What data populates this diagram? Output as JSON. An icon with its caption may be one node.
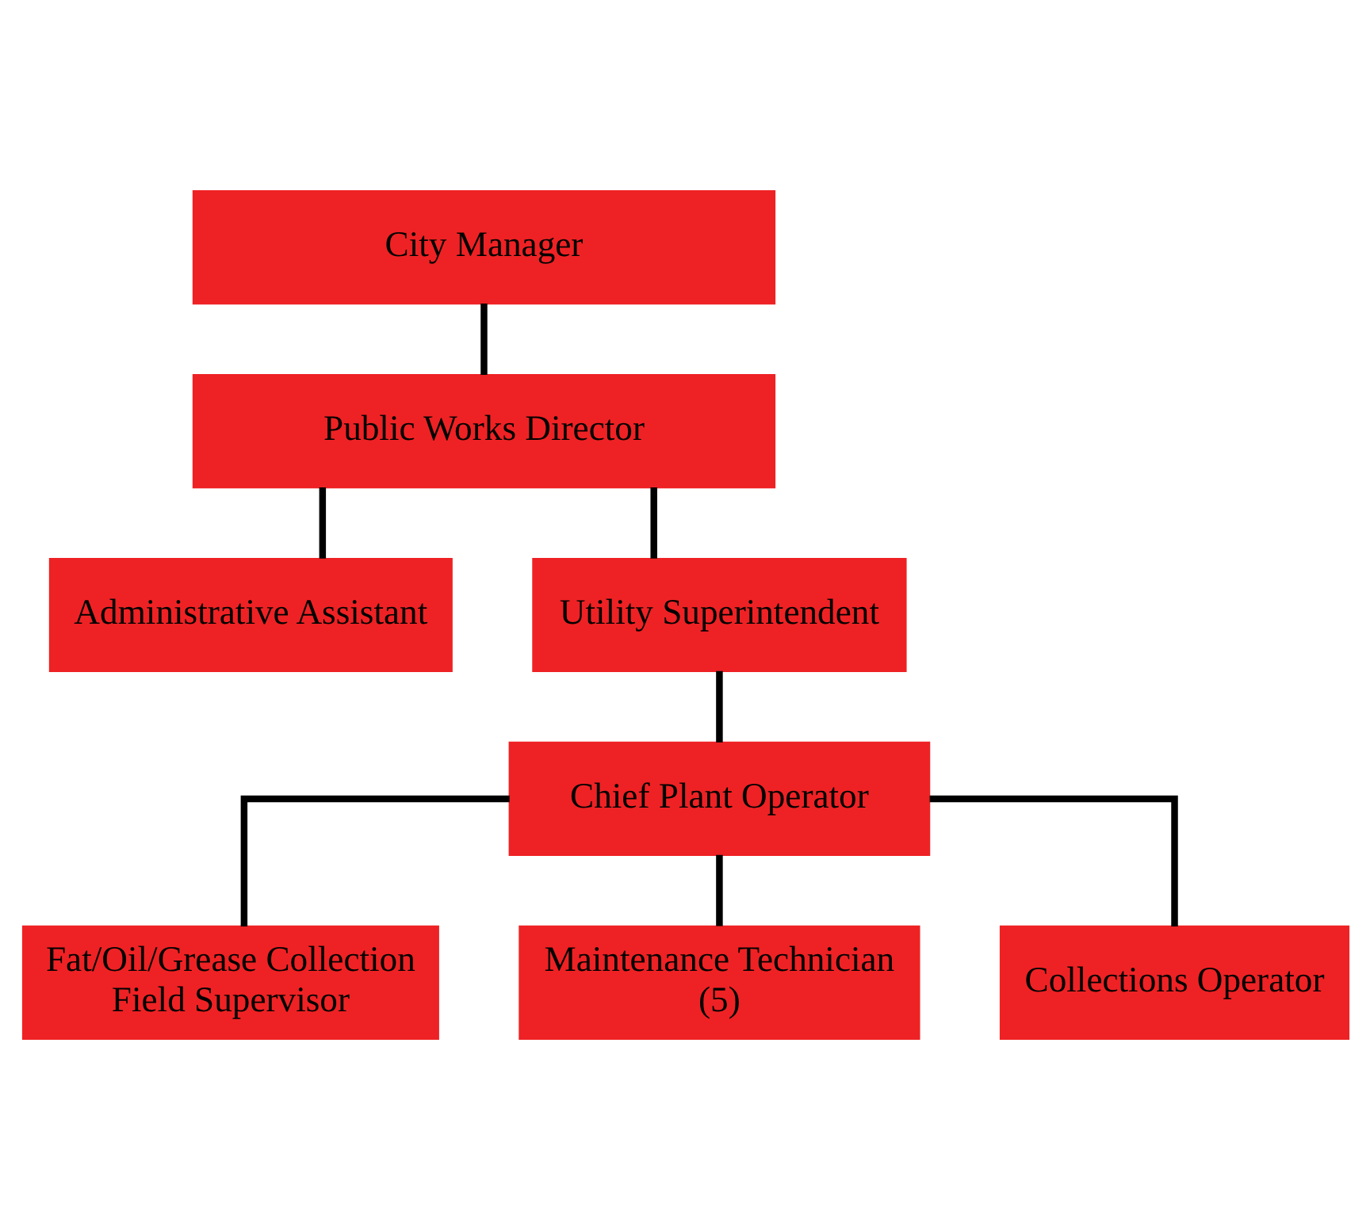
{
  "diagram": {
    "nodes": [
      {
        "text": [
          "City Manager"
        ]
      },
      {
        "text": [
          "Public Works Director"
        ]
      },
      {
        "text": [
          "Administrative Assistant"
        ]
      },
      {
        "text": [
          "Utility Superintendent"
        ]
      },
      {
        "text": [
          "Chief Plant Operator"
        ]
      },
      {
        "text": [
          "Fat/Oil/Grease Collection Field Supervisor"
        ]
      },
      {
        "text": [
          "Maintenance Technician (5)"
        ]
      },
      {
        "text": [
          "Collections Operator"
        ]
      }
    ],
    "edges": [
      {
        "from": 0,
        "to": 1,
        "arrow": "none"
      },
      {
        "from": 1,
        "to": 2,
        "arrow": "none"
      },
      {
        "from": 1,
        "to": 3,
        "arrow": "none"
      },
      {
        "from": 3,
        "to": 4,
        "arrow": "none"
      },
      {
        "from": 4,
        "to": 5,
        "arrow": "none"
      },
      {
        "from": 4,
        "to": 6,
        "arrow": "none"
      },
      {
        "from": 4,
        "to": 7,
        "arrow": "none"
      }
    ]
  }
}
